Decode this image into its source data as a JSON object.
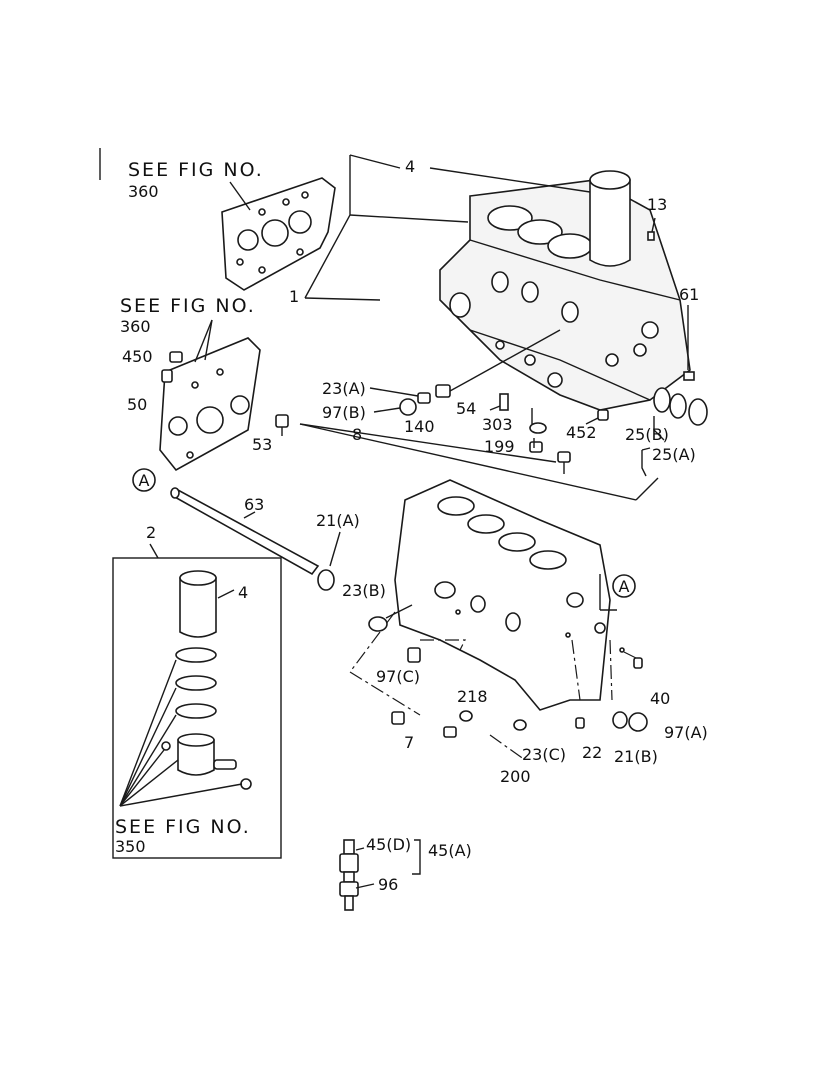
{
  "callouts": {
    "see_fig_360_top": "SEE FIG NO.",
    "see_fig_360_top_num": "360",
    "see_fig_360_mid": "SEE FIG NO.",
    "see_fig_360_mid_num": "360",
    "see_fig_350": "SEE FIG NO.",
    "see_fig_350_num": "350",
    "circle_a_left": "A",
    "circle_a_right": "A"
  },
  "parts": {
    "p1": "1",
    "p2": "2",
    "p4_top": "4",
    "p4_liner": "4",
    "p7": "7",
    "p8": "8",
    "p13": "13",
    "p21a": "21(A)",
    "p21b": "21(B)",
    "p22": "22",
    "p23a": "23(A)",
    "p23b": "23(B)",
    "p23c": "23(C)",
    "p25a": "25(A)",
    "p25b": "25(B)",
    "p40": "40",
    "p45a": "45(A)",
    "p45d": "45(D)",
    "p50": "50",
    "p53": "53",
    "p54": "54",
    "p61": "61",
    "p63": "63",
    "p96": "96",
    "p97a": "97(A)",
    "p97b": "97(B)",
    "p97c": "97(C)",
    "p140": "140",
    "p199": "199",
    "p200": "200",
    "p218": "218",
    "p303": "303",
    "p450": "450",
    "p452": "452"
  }
}
